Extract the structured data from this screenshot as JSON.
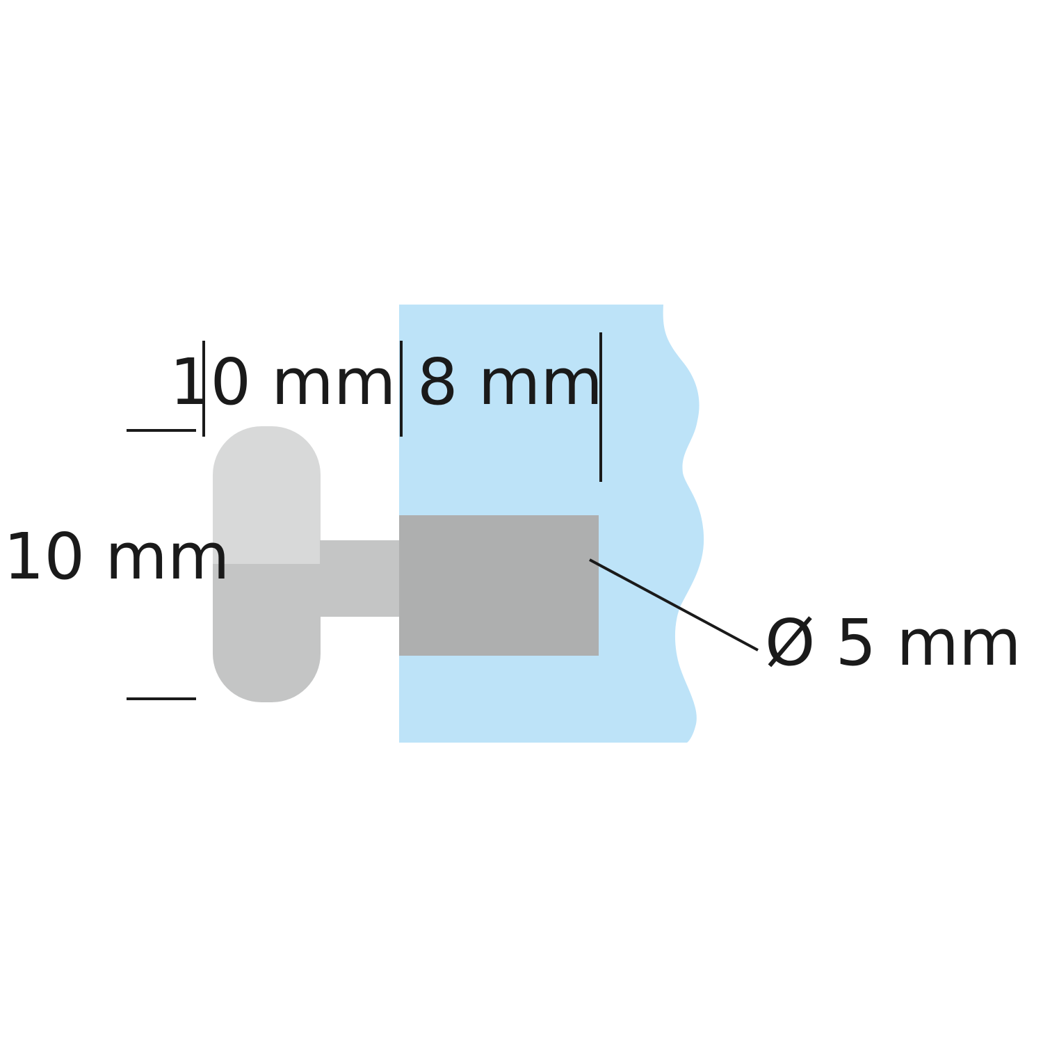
{
  "labels": {
    "knob_width": "10 mm",
    "glass_thickness": "8 mm",
    "knob_height": "10 mm",
    "pin_diameter": "Ø 5 mm"
  },
  "colors": {
    "glass": "#bde3f8",
    "knob_light": "#d8d9d9",
    "knob_shadow": "#c4c5c5",
    "pin_neck": "#c4c5c5",
    "pin_insert": "#aeafaf",
    "line": "#1a1a1a",
    "text": "#1a1a1a"
  }
}
